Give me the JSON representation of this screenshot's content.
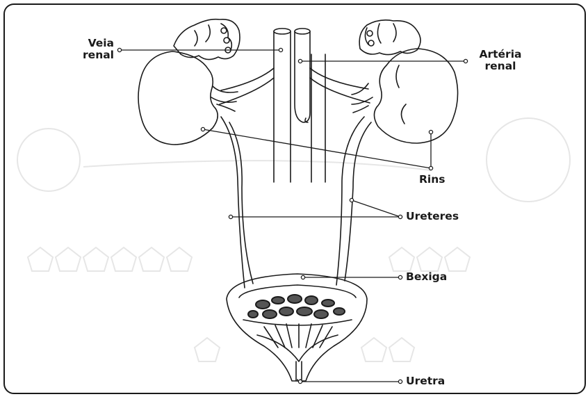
{
  "diagram": {
    "labels": {
      "veia_renal_line1": "Veia",
      "veia_renal_line2": "renal",
      "arteria_renal_line1": "Artéria",
      "arteria_renal_line2": "renal",
      "rins": "Rins",
      "ureteres": "Ureteres",
      "bexiga": "Bexiga",
      "uretra": "Uretra"
    },
    "icon_names": [
      "kidney-left-icon",
      "kidney-right-icon",
      "adrenal-gland-icon",
      "bladder-icon",
      "aorta-icon",
      "vena-cava-icon"
    ],
    "colors": {
      "line": "#1a1a1a",
      "background": "#ffffff",
      "faint": "#e4e4e4"
    }
  }
}
